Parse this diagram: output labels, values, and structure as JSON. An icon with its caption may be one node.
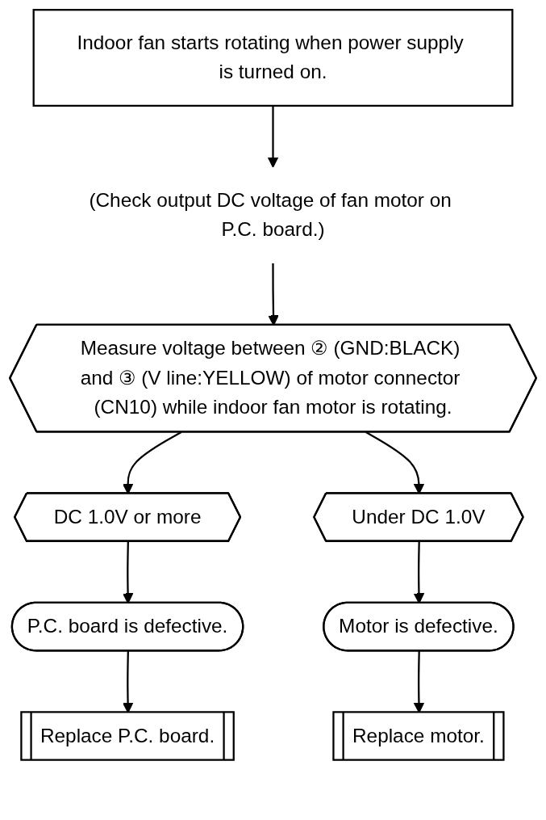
{
  "diagram": {
    "nodes": [
      {
        "text": [
          "Indoor fan starts rotating when power supply is turned on."
        ]
      },
      {
        "text": [
          "(Check output DC voltage of fan motor on P.C. board.)"
        ]
      },
      {
        "text": [
          "Measure voltage between ② (GND:BLACK) and ③ (V line:YELLOW) of motor connector (CN10) while indoor fan motor is rotating."
        ]
      },
      {
        "text": [
          "DC 1.0V or more"
        ]
      },
      {
        "text": [
          "Under DC 1.0V"
        ]
      },
      {
        "text": [
          "P.C. board is defective."
        ]
      },
      {
        "text": [
          "Motor is defective."
        ]
      },
      {
        "text": [
          "Replace P.C. board."
        ]
      },
      {
        "text": [
          "Replace motor."
        ]
      }
    ],
    "edges": [
      {
        "from": 0,
        "to": 1,
        "arrow": "to"
      },
      {
        "from": 1,
        "to": 2,
        "arrow": "to"
      },
      {
        "from": 2,
        "to": 3,
        "arrow": "to"
      },
      {
        "from": 2,
        "to": 4,
        "arrow": "to"
      },
      {
        "from": 3,
        "to": 5,
        "arrow": "to"
      },
      {
        "from": 4,
        "to": 6,
        "arrow": "to"
      },
      {
        "from": 5,
        "to": 7,
        "arrow": "to"
      },
      {
        "from": 6,
        "to": 8,
        "arrow": "to"
      }
    ]
  }
}
